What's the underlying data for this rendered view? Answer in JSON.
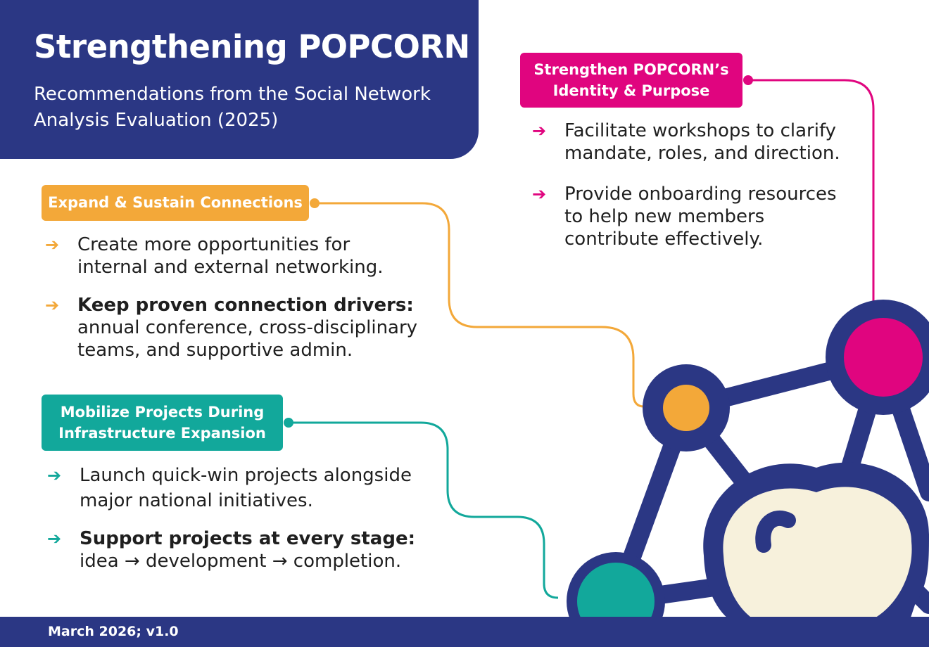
{
  "header": {
    "title": "Strengthening POPCORN",
    "subtitle": "Recommendations from the Social Network Analysis Evaluation (2025)"
  },
  "sections": {
    "expand": {
      "badge": "Expand & Sustain Connections",
      "bullets": [
        {
          "bold": "",
          "text": "Create more opportunities for internal and external networking."
        },
        {
          "bold": "Keep proven connection drivers:",
          "text": "annual conference, cross-disciplinary teams, and supportive admin."
        }
      ]
    },
    "mobilize": {
      "badge_line1": "Mobilize Projects During",
      "badge_line2": "Infrastructure Expansion",
      "bullets": [
        {
          "bold": "",
          "text": "Launch quick-win projects alongside major national initiatives."
        },
        {
          "bold": "Support projects at every stage:",
          "text": "idea → development → completion."
        }
      ]
    },
    "identity": {
      "badge_line1": "Strengthen POPCORN’s",
      "badge_line2": "Identity & Purpose",
      "bullets": [
        {
          "bold": "",
          "text": "Facilitate workshops to clarify mandate, roles, and direction."
        },
        {
          "bold": "",
          "text": "Provide onboarding resources to help new members contribute effectively."
        }
      ]
    }
  },
  "bullet_arrow": "➔",
  "footer": {
    "text": "March 2026; v1.0"
  },
  "colors": {
    "navy": "#2b3784",
    "orange": "#f3a839",
    "teal": "#12a89b",
    "pink": "#e0057f",
    "cream": "#f7f1dc"
  },
  "icons": [
    "arrow-right-icon",
    "network-graph-illustration",
    "popcorn-kernel-icon"
  ]
}
